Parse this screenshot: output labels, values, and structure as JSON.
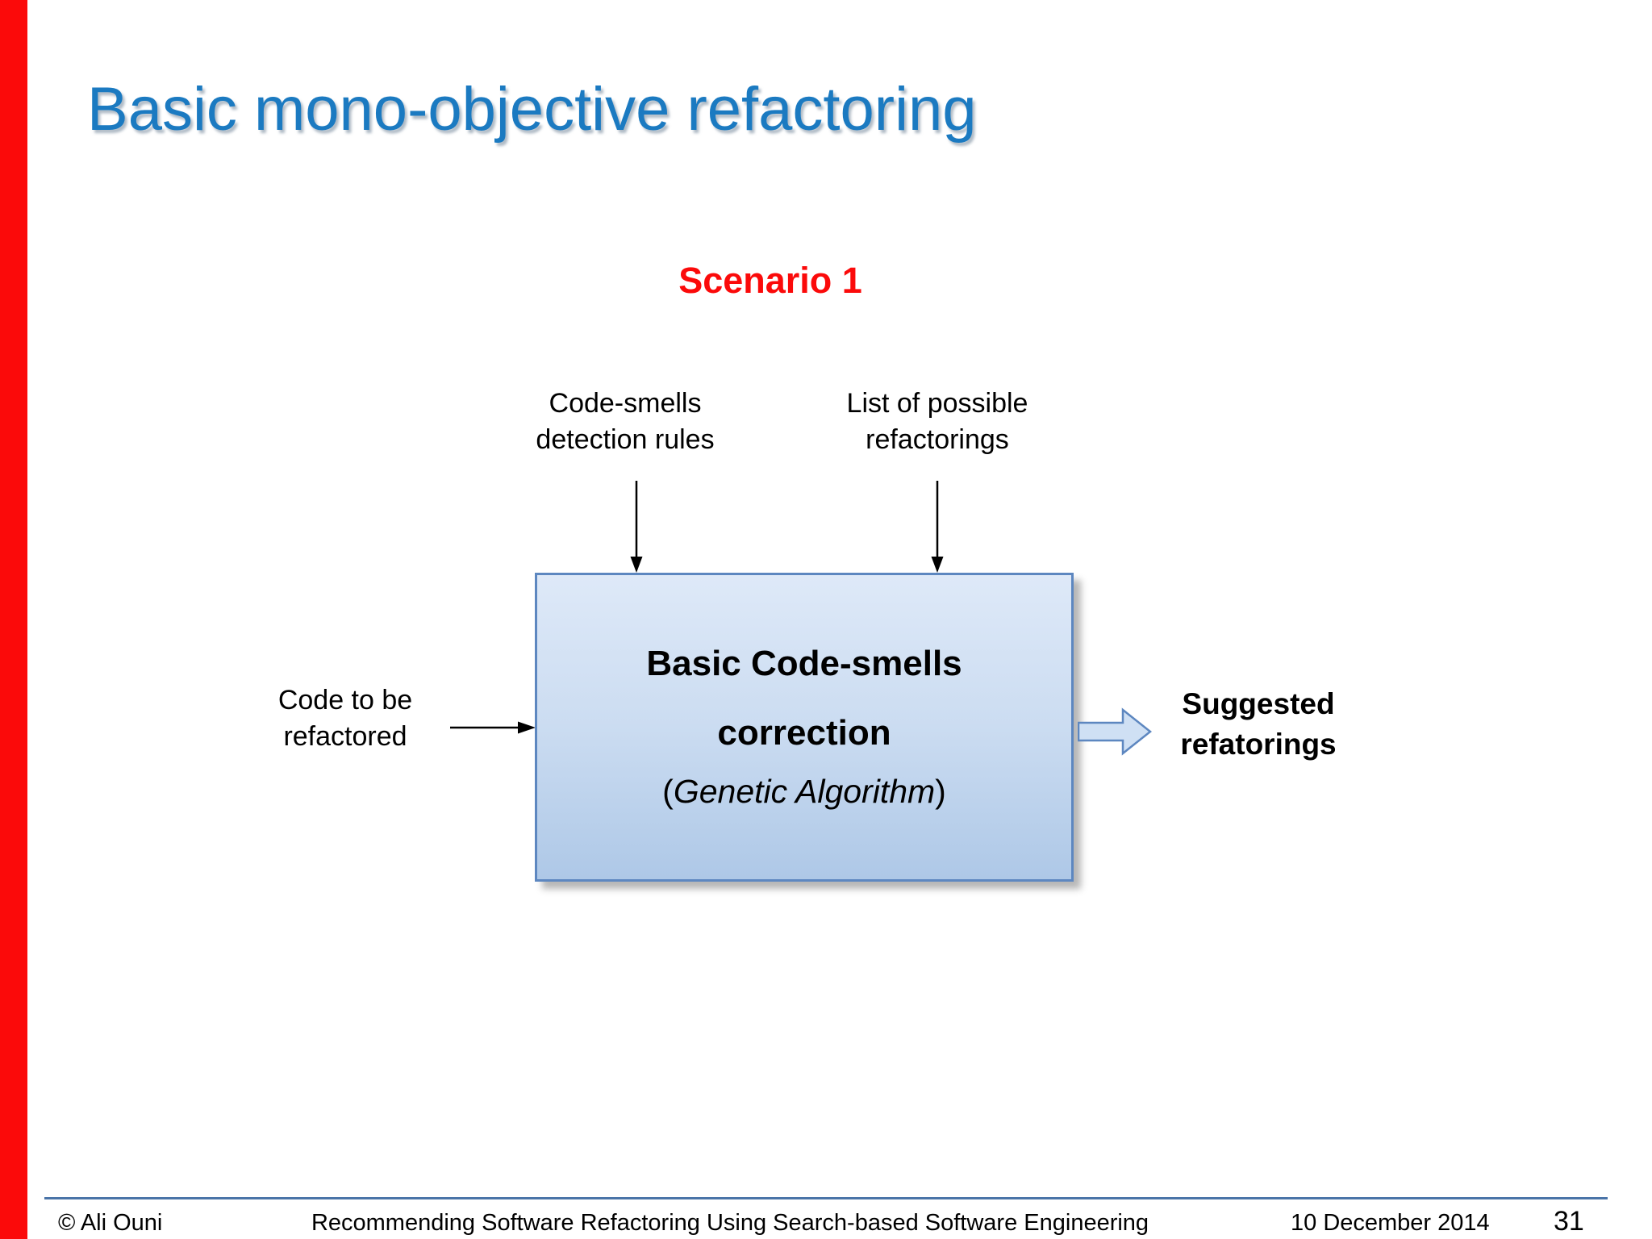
{
  "slide": {
    "title": "Basic mono-objective refactoring",
    "scenario": "Scenario 1"
  },
  "diagram": {
    "top_left_label": {
      "line1": "Code-smells",
      "line2": "detection rules"
    },
    "top_right_label": {
      "line1": "List of possible",
      "line2": "refactorings"
    },
    "left_label": {
      "line1": "Code to be",
      "line2": "refactored"
    },
    "process_box": {
      "line1": "Basic Code-smells",
      "line2": "correction",
      "line3_open": "(",
      "line3_italic": "Genetic Algorithm",
      "line3_close": ")"
    },
    "output_label": {
      "line1": "Suggested",
      "line2": "refatorings"
    }
  },
  "footer": {
    "copyright": "© Ali Ouni",
    "center_text": "Recommending Software Refactoring Using Search-based Software Engineering",
    "date": "10 December 2014",
    "page_number": "31"
  },
  "colors": {
    "title_blue": "#1b7ac1",
    "accent_red": "#fb0a0a",
    "box_border": "#5d87c0",
    "box_fill_top": "#dee9f8",
    "box_fill_bottom": "#aec8e7",
    "footer_line": "#4a74a8"
  }
}
